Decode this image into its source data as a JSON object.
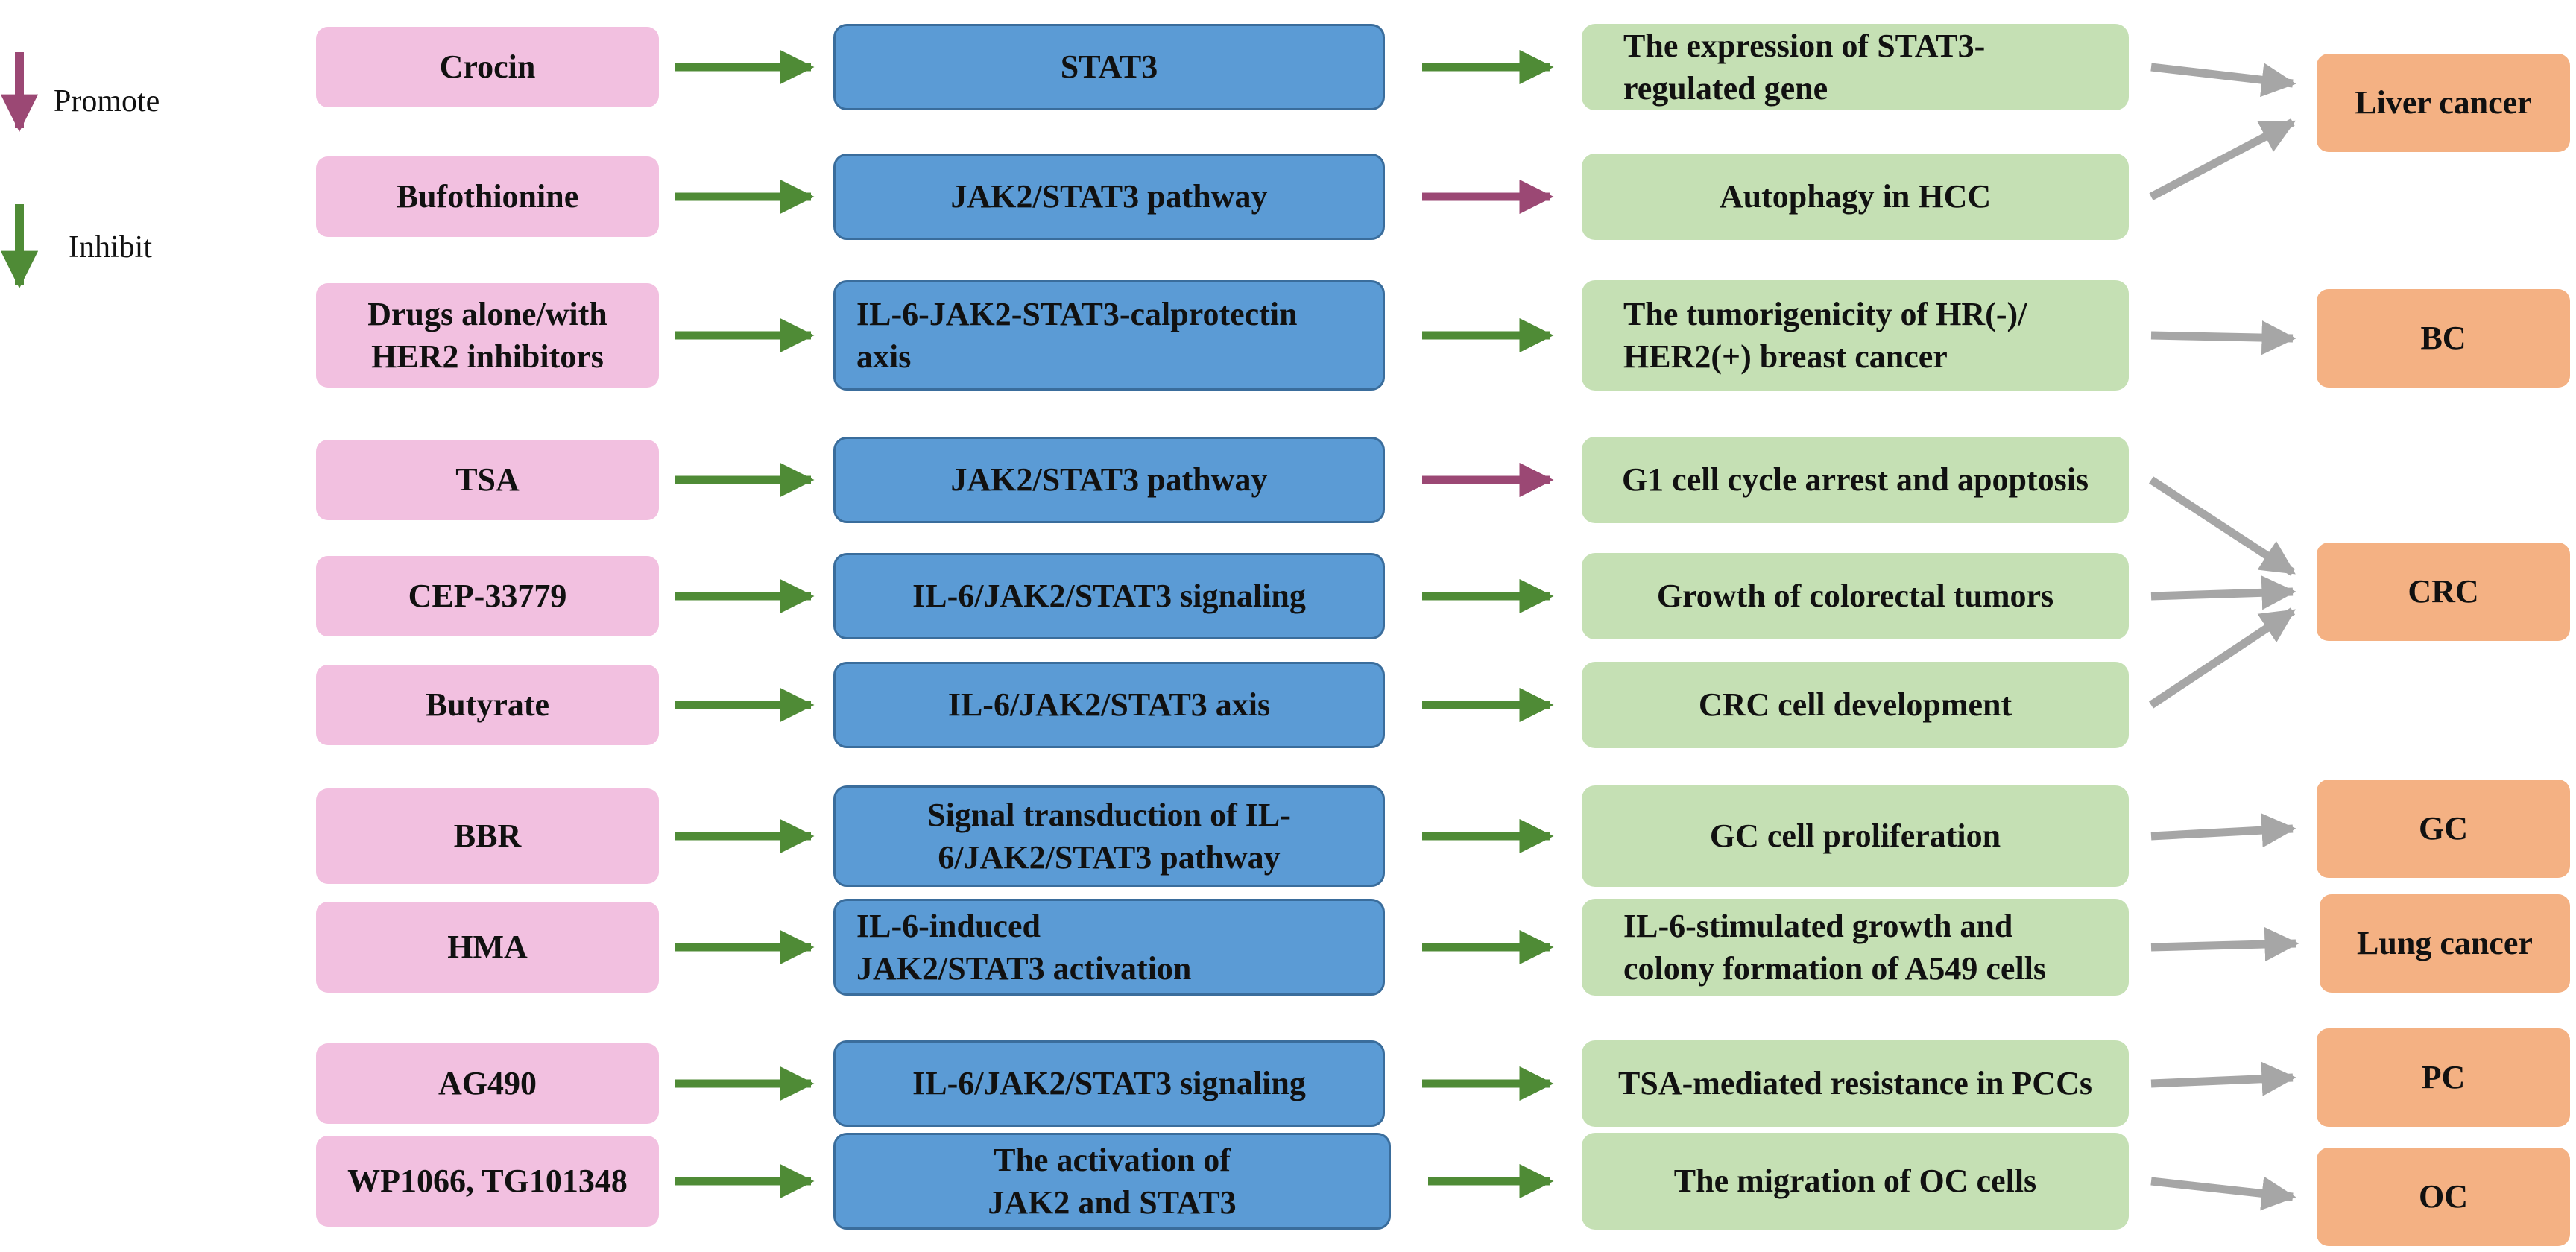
{
  "colors": {
    "promote": "#9b4874",
    "inhibit": "#4f8b36",
    "disease_link": "#a6a6a6",
    "drug_fill": "#f2c0e0",
    "target_fill": "#5b9bd5",
    "effect_fill": "#c5e0b4",
    "disease_fill": "#f4b183"
  },
  "legend": {
    "promote_label": "Promote",
    "promote_icon": "down-arrow-icon",
    "inhibit_label": "Inhibit",
    "inhibit_icon": "down-arrow-icon"
  },
  "rows": [
    {
      "drug": [
        "Crocin"
      ],
      "target": [
        "STAT3"
      ],
      "effect": [
        "The expression of STAT3-",
        "regulated gene"
      ],
      "drug_arrow": "inhibit",
      "effect_arrow": "inhibit"
    },
    {
      "drug": [
        "Bufothionine"
      ],
      "target": [
        "JAK2/STAT3 pathway"
      ],
      "effect": [
        "Autophagy in HCC"
      ],
      "drug_arrow": "inhibit",
      "effect_arrow": "promote"
    },
    {
      "drug": [
        "Drugs alone/with",
        "HER2 inhibitors"
      ],
      "target": [
        "IL-6-JAK2-STAT3-calprotectin",
        "axis"
      ],
      "effect": [
        "The tumorigenicity of HR(-)/",
        "HER2(+) breast cancer"
      ],
      "drug_arrow": "inhibit",
      "effect_arrow": "inhibit"
    },
    {
      "drug": [
        "TSA"
      ],
      "target": [
        "JAK2/STAT3 pathway"
      ],
      "effect": [
        "G1 cell cycle arrest and apoptosis"
      ],
      "drug_arrow": "inhibit",
      "effect_arrow": "promote"
    },
    {
      "drug": [
        "CEP-33779"
      ],
      "target": [
        "IL-6/JAK2/STAT3 signaling"
      ],
      "effect": [
        "Growth of colorectal tumors"
      ],
      "drug_arrow": "inhibit",
      "effect_arrow": "inhibit"
    },
    {
      "drug": [
        "Butyrate"
      ],
      "target": [
        "IL-6/JAK2/STAT3 axis"
      ],
      "effect": [
        "CRC cell development"
      ],
      "drug_arrow": "inhibit",
      "effect_arrow": "inhibit"
    },
    {
      "drug": [
        "BBR"
      ],
      "target": [
        "Signal transduction of IL-",
        "6/JAK2/STAT3 pathway"
      ],
      "effect": [
        "GC cell proliferation"
      ],
      "drug_arrow": "inhibit",
      "effect_arrow": "inhibit"
    },
    {
      "drug": [
        "HMA"
      ],
      "target": [
        "IL-6-induced",
        "JAK2/STAT3 activation"
      ],
      "effect": [
        "IL-6-stimulated growth and",
        "colony formation of A549 cells"
      ],
      "drug_arrow": "inhibit",
      "effect_arrow": "inhibit"
    },
    {
      "drug": [
        "AG490"
      ],
      "target": [
        "IL-6/JAK2/STAT3 signaling"
      ],
      "effect": [
        "TSA-mediated resistance in PCCs"
      ],
      "drug_arrow": "inhibit",
      "effect_arrow": "inhibit"
    },
    {
      "drug": [
        "WP1066, TG101348"
      ],
      "target": [
        "The activation of",
        "JAK2 and STAT3"
      ],
      "effect": [
        "The migration of OC cells"
      ],
      "drug_arrow": "inhibit",
      "effect_arrow": "inhibit"
    }
  ],
  "diseases": [
    "Liver cancer",
    "BC",
    "CRC",
    "GC",
    "Lung cancer",
    "PC",
    "OC"
  ],
  "links": [
    {
      "from_row": 0,
      "to_disease": 0
    },
    {
      "from_row": 1,
      "to_disease": 0
    },
    {
      "from_row": 2,
      "to_disease": 1
    },
    {
      "from_row": 3,
      "to_disease": 2
    },
    {
      "from_row": 4,
      "to_disease": 2
    },
    {
      "from_row": 5,
      "to_disease": 2
    },
    {
      "from_row": 6,
      "to_disease": 3
    },
    {
      "from_row": 7,
      "to_disease": 4
    },
    {
      "from_row": 8,
      "to_disease": 5
    },
    {
      "from_row": 9,
      "to_disease": 6
    }
  ]
}
